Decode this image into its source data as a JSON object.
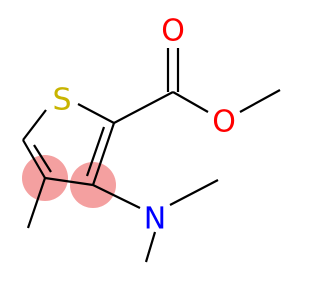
{
  "molecule": {
    "atoms": {
      "sulfur": {
        "label": "S",
        "color": "#c8b400"
      },
      "carbonyl_oxygen": {
        "label": "O",
        "color": "#ff0000"
      },
      "ester_oxygen": {
        "label": "O",
        "color": "#ff0000"
      },
      "nitrogen": {
        "label": "N",
        "color": "#0000ff"
      }
    },
    "highlight_color": "#f4a0a0"
  }
}
